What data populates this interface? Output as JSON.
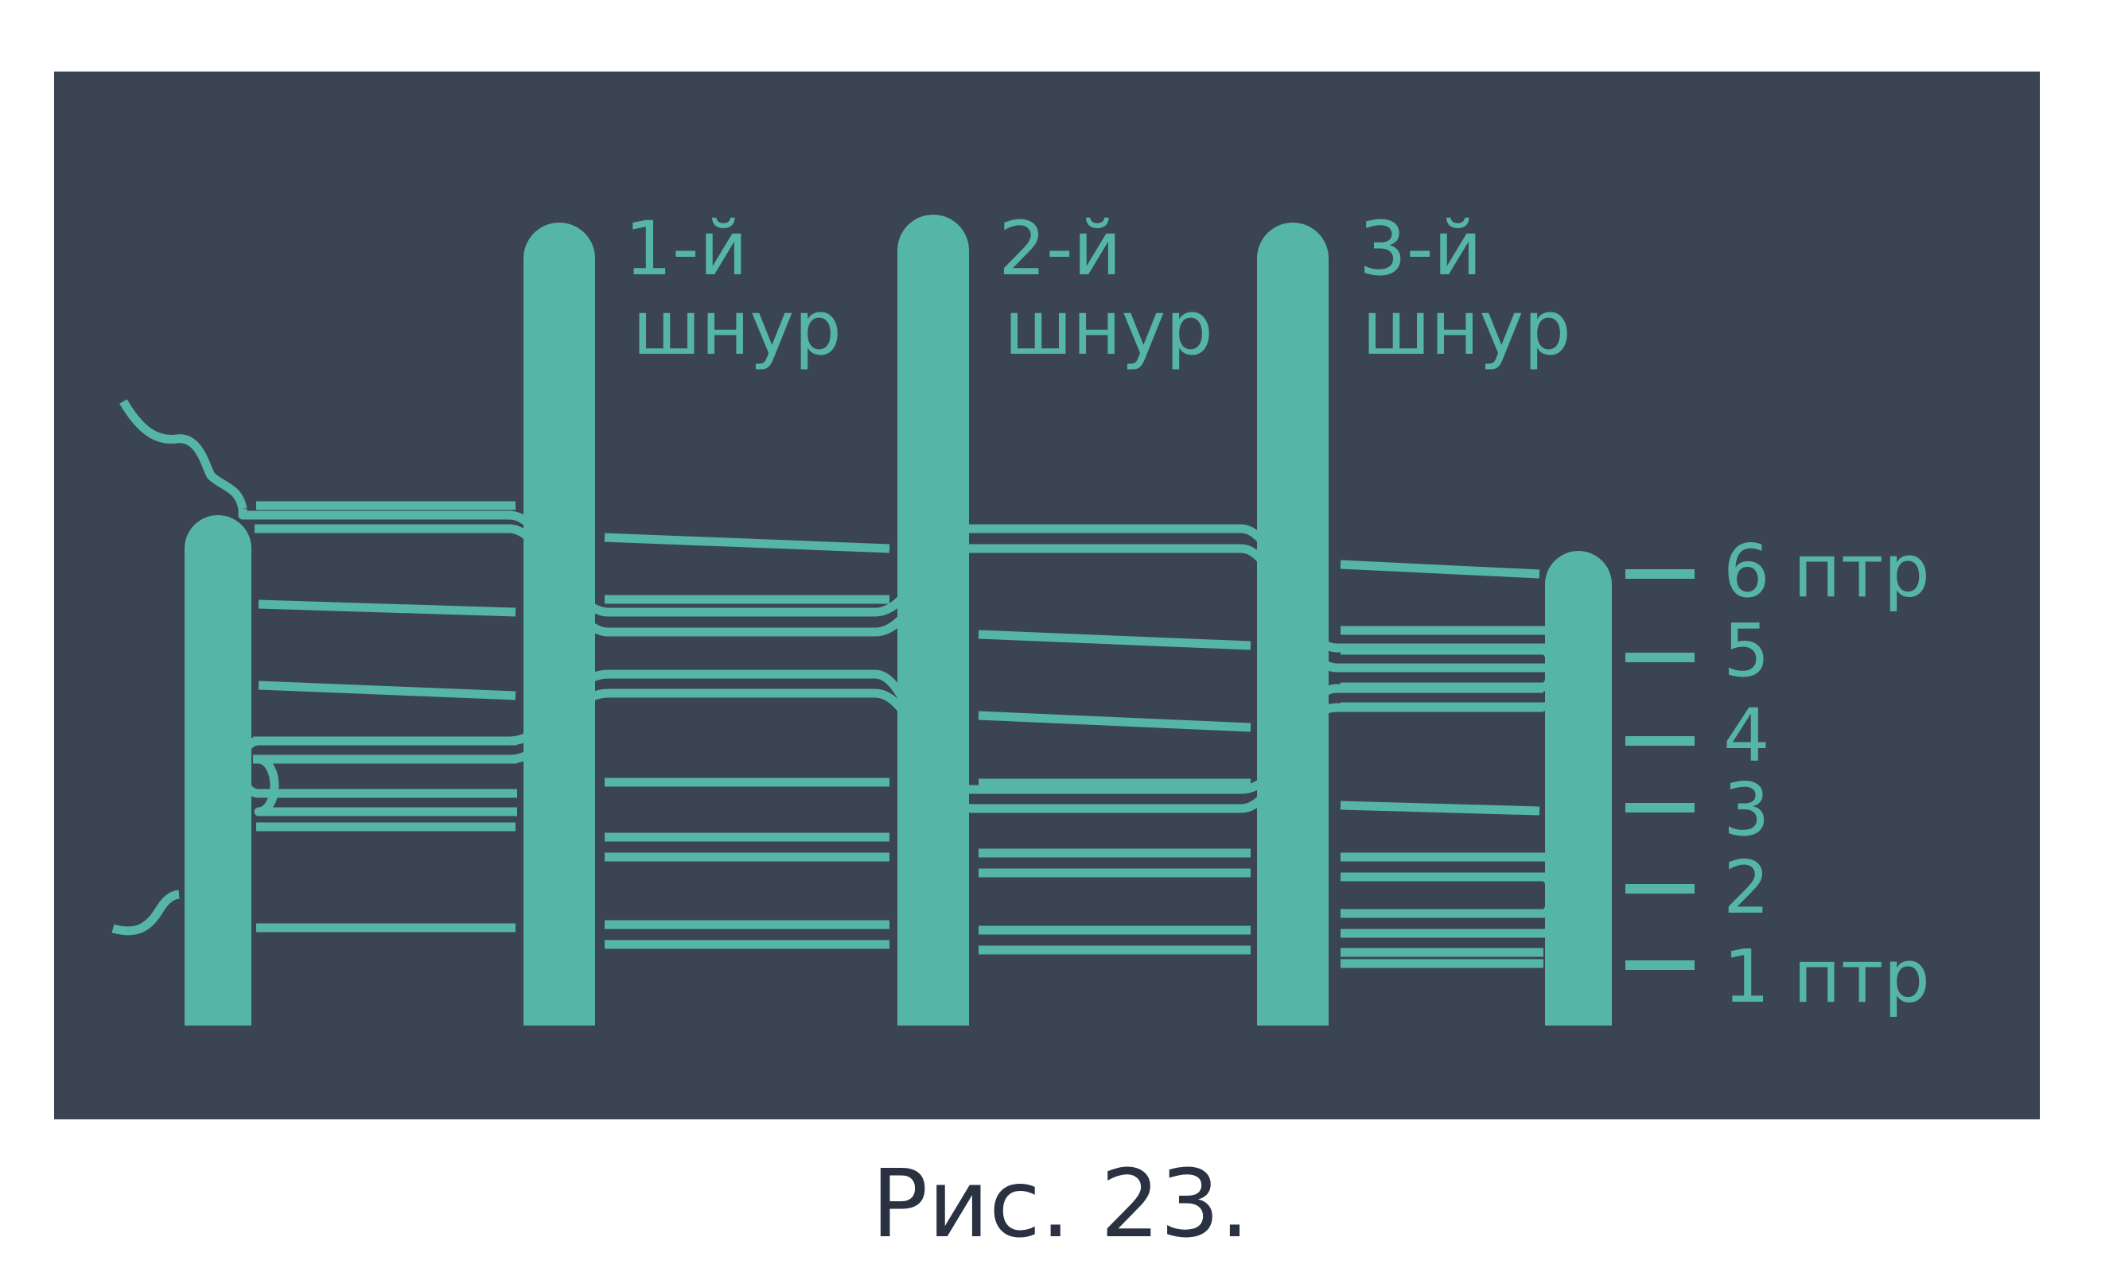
{
  "colors": {
    "panel": "#3b4453",
    "accent": "#56b6a6",
    "caption": "#2a3241"
  },
  "cords": [
    {
      "line1": "1-й",
      "line2": "шнур"
    },
    {
      "line1": "2-й",
      "line2": "шнур"
    },
    {
      "line1": "3-й",
      "line2": "шнур"
    }
  ],
  "rows": [
    "6 птр",
    "5",
    "4",
    "3",
    "2",
    "1 птр"
  ],
  "caption": "Рис. 23."
}
